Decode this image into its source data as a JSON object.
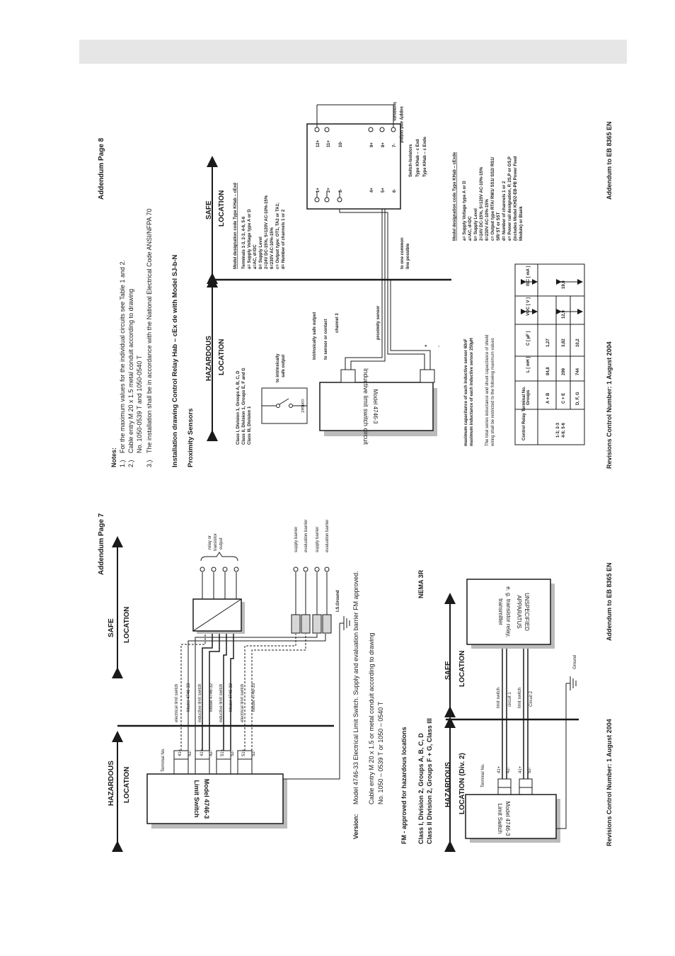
{
  "header_bar": {
    "color": "#e6e6e6"
  },
  "p7": {
    "title": "Addendum Page 7",
    "haz1": "HAZARDOUS",
    "haz2": "LOCATION",
    "safe1": "SAFE",
    "safe2": "LOCATION",
    "device": [
      "Model 4746-3",
      "Limit Switch"
    ],
    "terminal_label": "Terminal No.",
    "terminals": [
      "41+",
      "42-",
      "41+",
      "42-",
      "51+",
      "52-",
      "51+",
      "52-"
    ],
    "cables": [
      "electrical limit switch",
      "Model 4746-33",
      "inductive limit switch",
      "Model 4746-32",
      "inductive limit switch",
      "Model 4746-32",
      "electrical limit switch",
      "Model 4746-33"
    ],
    "relay_label": [
      "relay or",
      "transistor",
      "output"
    ],
    "barriers": [
      "supply barrier",
      "evaluation barrier",
      "supply barrier",
      "evaluation barrier"
    ],
    "ground": "I.S.Ground",
    "version_label": "Version:",
    "version_text": "Model 4746-33 Electrical Limit Switch. Supply and evaluation barrier FM approved.",
    "cable_entry": [
      "Cable entry M 20 x 1.5 or metal conduit according to drawing",
      "No. 1050 – 0539 T or 1050 – 0540 T"
    ],
    "fm_title": "FM - approved for hazardous locations",
    "fm_lines": [
      "Class I, Division 2, Groups A, B, C, D",
      "Class II Division 2, Groups F + G, Class III"
    ],
    "nema": "NEMA 3R",
    "haz_div1": "HAZARDOUS",
    "haz_div2": "LOCATION (Div. 2)",
    "lower_device": [
      "Model 4746-3",
      "Limit Switch"
    ],
    "lower_terminal_label": "Terminal No.",
    "lower_terminals": [
      "41+",
      "42-",
      "41+",
      "52-"
    ],
    "circuits": [
      "limit switch",
      "circuit 1",
      "limit switch",
      "Circuit 2"
    ],
    "unspec": [
      "UNSPECIFIED",
      "APPARATUS",
      "e. g. transistor relay,",
      "transmitter"
    ],
    "lower_ground": "Ground",
    "revision": "Revisions Control Number: 1 August 2004",
    "addendum": "Addendum to EB 8365 EN"
  },
  "p8": {
    "title": "Addendum Page 8",
    "notes_title": "Notes:",
    "notes": [
      {
        "num": "1.)",
        "lines": [
          "For the maximum values for the individual circuits see Table 1 and 2."
        ]
      },
      {
        "num": "2.)",
        "lines": [
          "Cable entry M 20 x 1.5 metal conduit according to drawing",
          "No. 1050-0539 T and 1050-0540 T"
        ]
      },
      {
        "num": "3.)",
        "lines": [
          "The installation shall be in accordance with the National Electrical Code ANSI/NFPA 70"
        ]
      }
    ],
    "install_title": "Installation drawing Control Relay Hab – cEx de with Model SJ-b-N",
    "prox": "Proximity Sensors",
    "haz1": "HAZARDOUS",
    "haz2": "LOCATION",
    "safe1": "SAFE",
    "safe2": "LOCATION",
    "class_lines": [
      "Class I,    Division 1, Groups A, B, C, D",
      "Class II,   Division 1, Groups E, F and G",
      "Class III, Division 1"
    ],
    "contact": "contact",
    "to_is": [
      "to intrinsically",
      "safe output"
    ],
    "device": [
      "Model 4746-3",
      "Inductive limit switch circuit"
    ],
    "is_output": [
      "intrinsically safe output",
      "to sensor or contact"
    ],
    "channel": "channel 3",
    "prox_sensor": "proximity sensor",
    "common": [
      "to one common",
      "line possible"
    ],
    "pm": [
      "+",
      "-"
    ],
    "model_code_left_title": "Model designation code Type KHab – cExd",
    "model_code_left": [
      "Terminals 1-3, 2-3, 4-6, 5-6",
      "a= Supply Voltage type A or D",
      "    a=AC, d=DC",
      "b= Supply Level",
      "    2=24V DC-15%, 5=120V AC-10%-15%",
      "    6=230V AC-10%-15%",
      "c= Output type: OT1, TA2 or TA1;",
      "d= Number of channels 1 or 2"
    ],
    "terminals_left": [
      "1+",
      "2+",
      "3-",
      "4+",
      "5+",
      "6-"
    ],
    "terminals_right": [
      "12+",
      "11+",
      "10-",
      "9+",
      "8+",
      "7-"
    ],
    "isolators": [
      "Switch-Isolators",
      "Type KHab – c Exd",
      "Type KHab – c Exde"
    ],
    "supply_out": [
      "supply and output",
      "terminals"
    ],
    "model_code_right_title": "Model designation code Type KHab – cExde",
    "model_code_right": [
      "a= Supply Voltage type A or D",
      "    a=AC, d=DC",
      "b= Supply Level",
      "    2=24V DC-15%, 5=120V AC-10%-15%",
      "    6=230V AC-10%-15%",
      "c= Output type RTA/ RW1/ SS1/ SS2/ RS1/",
      "    SR/ ST or SST",
      "d= Number of channels 1 or 2",
      "e= Power rail designation, P, 2S,P or GS,P",
      "    (includes Model KHD2-EB-PB Power Feed",
      "    Module) or Blank"
    ],
    "max_cap": [
      "maximum capacitance of each inductive sensor 60nF",
      "maximum inductance of each inductive sensor 250µH"
    ],
    "series_note": [
      "The total series inductance and shunt capacitance of shield",
      "wiring shall be restricted to the following maximum values"
    ],
    "table": {
      "headers": [
        "Control Relay\nTerminal No.",
        "Groups",
        "L\n[ mH ]",
        "C\n[ µF ]",
        "VOC\n[ V ]",
        "ISC\n[ mA ]"
      ],
      "terminal_cell": [
        "1-3; 2-3",
        "4-6; 5-6"
      ],
      "rows": [
        [
          "A + B",
          "84,8",
          "1,27"
        ],
        [
          "C + E",
          "299",
          "3,82"
        ],
        [
          "D, F, G",
          "744",
          "10,2"
        ]
      ],
      "voc": "12,9",
      "isc": "19,8"
    },
    "revision": "Revisions Control Number: 1 August 2004",
    "addendum": "Addendum to EB 8365 EN"
  }
}
